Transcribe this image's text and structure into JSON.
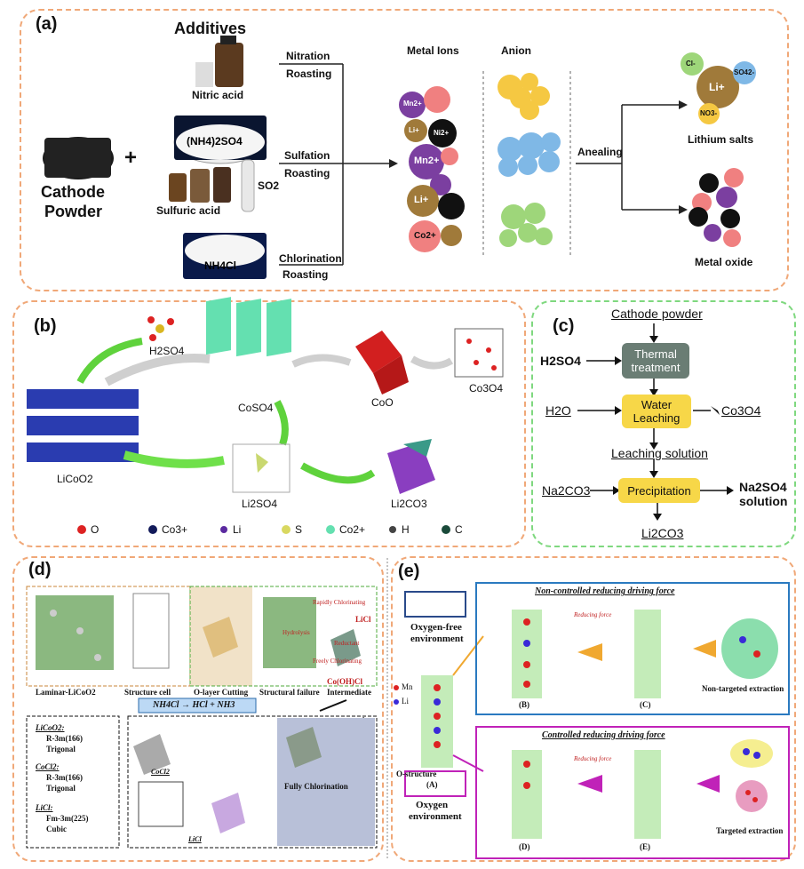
{
  "panel_a": {
    "label": "(a)",
    "additives_title": "Additives",
    "nitric_acid": "Nitric acid",
    "ammonium_sulfate": "(NH4)2SO4",
    "sulfuric_acid": "Sulfuric acid",
    "so2": "SO2",
    "nh4cl": "NH4Cl",
    "cathode_powder_1": "Cathode",
    "cathode_powder_2": "Powder",
    "plus": "+",
    "nitration": "Nitration",
    "roasting_1": "Roasting",
    "sulfation": "Sulfation",
    "roasting_2": "Roasting",
    "chlorination": "Chlorination",
    "roasting_3": "Roasting",
    "metal_ions": "Metal Ions",
    "anion": "Anion",
    "anealing": "Anealing",
    "lithium_salts": "Lithium salts",
    "metal_oxide": "Metal oxide",
    "ions": {
      "mn": "Mn2+",
      "co": "Co2+",
      "li": "Li+",
      "ni": "Ni2+",
      "no3": "NO3-",
      "so4": "SO42-",
      "cl": "Cl-"
    }
  },
  "panel_b": {
    "label": "(b)",
    "h2so4": "H2SO4",
    "licoo2": "LiCoO2",
    "coso4": "CoSO4",
    "coo": "CoO",
    "co3o4": "Co3O4",
    "li2so4": "Li2SO4",
    "li2co3": "Li2CO3",
    "legend": [
      "O",
      "Co3+",
      "Li",
      "S",
      "Co2+",
      "H",
      "C"
    ]
  },
  "panel_c": {
    "label": "(c)",
    "cathode_powder": "Cathode powder",
    "thermal_treatment": "Thermal treatment",
    "h2so4": "H2SO4",
    "h2o": "H2O",
    "water_leaching": "Water Leaching",
    "co3o4": "Co3O4",
    "leaching_solution": "Leaching solution",
    "na2co3": "Na2CO3",
    "precipitation": "Precipitation",
    "na2so4_1": "Na2SO4",
    "na2so4_2": "solution",
    "li2co3": "Li2CO3"
  },
  "panel_d": {
    "label": "(d)",
    "laminar": "Laminar-LiCoO2",
    "structure_cell": "Structure cell",
    "o_layer": "O-layer Cutting",
    "structural_failure": "Structural failure",
    "intermediate": "Intermediate",
    "cooh_cl": "Co(OH)Cl",
    "licl_label": "LiCl",
    "rapidly_chlorinating": "Rapidly Chlorinating",
    "freely_chlorinating": "Freely Chlorinating",
    "reductant": "Reductant",
    "hydrolysis": "Hydrolysis",
    "reaction": "NH4Cl → HCl + NH3",
    "fully_chlorination": "Fully Chlorination",
    "cocl2_label": "CoCl2",
    "licl_bottom": "LiCl",
    "crystals": [
      {
        "name": "LiCoO2:",
        "group": "R-3m(166)",
        "system": "Trigonal"
      },
      {
        "name": "CoCl2:",
        "group": "R-3m(166)",
        "system": "Trigonal"
      },
      {
        "name": "LiCl:",
        "group": "Fm-3m(225)",
        "system": "Cubic"
      }
    ]
  },
  "panel_e": {
    "label": "(e)",
    "oxygen_free_1": "Oxygen-free",
    "oxygen_free_2": "environment",
    "oxygen_1": "Oxygen",
    "oxygen_2": "environment",
    "mn": "Mn",
    "li": "Li",
    "o_structure": "O-structure",
    "a": "(A)",
    "b": "(B)",
    "c": "(C)",
    "d": "(D)",
    "e": "(E)",
    "non_controlled": "Non-controlled reducing driving force",
    "controlled": "Controlled reducing driving force",
    "reducing_force_1": "Reducing force",
    "reducing_force_2": "Reducing force",
    "non_targeted": "Non-targeted extraction",
    "targeted": "Targeted extraction"
  },
  "colors": {
    "panel_border": "#f0a878",
    "green_border": "#7fd87f",
    "mn": "#7b3fa0",
    "co": "#f08080",
    "li": "#a07a3a",
    "ni": "#111111",
    "no3": "#f5c842",
    "so4": "#7fb8e6",
    "cl": "#9ed67a",
    "yellow_box": "#f7d748",
    "gray_box": "#6a7d74",
    "blue_frame": "#2a7ac0",
    "magenta_frame": "#c022b8"
  }
}
